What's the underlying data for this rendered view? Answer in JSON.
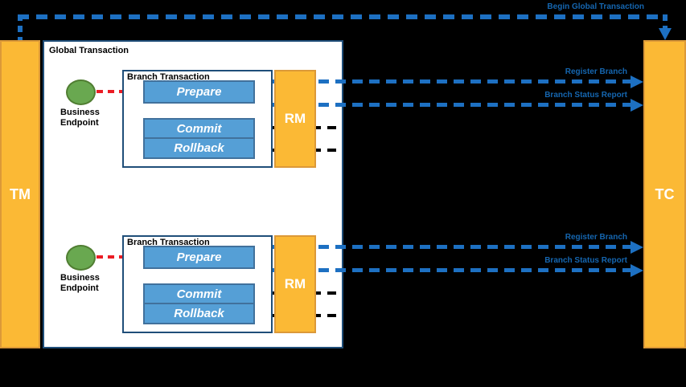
{
  "colors": {
    "bg": "#000000",
    "orange": "#FBB935",
    "orange_border": "#DC9938",
    "blue_fill": "#559FD6",
    "blue_border": "#41719C",
    "panel_border": "#1F4E79",
    "green": "#69A850",
    "green_border": "#507E32",
    "arrow_blue": "#1D70C2",
    "label_blue": "#1566B0",
    "arrow_red": "#EB1C24",
    "arrow_black": "#000000"
  },
  "nodes": {
    "tm": "TM",
    "tc": "TC"
  },
  "top_flow": {
    "label": "Begin Global Transaction"
  },
  "global_box": {
    "title": "Global Transaction"
  },
  "branches": [
    {
      "title": "Branch Transaction",
      "endpoint": {
        "line1": "Business",
        "line2": "Endpoint"
      },
      "rm": "RM",
      "steps": {
        "prepare": "Prepare",
        "commit": "Commit",
        "rollback": "Rollback"
      },
      "messages": {
        "register": "Register Branch",
        "status_report": "Branch Status Report"
      }
    },
    {
      "title": "Branch Transaction",
      "endpoint": {
        "line1": "Business",
        "line2": "Endpoint"
      },
      "rm": "RM",
      "steps": {
        "prepare": "Prepare",
        "commit": "Commit",
        "rollback": "Rollback"
      },
      "messages": {
        "register": "Register Branch",
        "status_report": "Branch Status Report"
      }
    }
  ]
}
